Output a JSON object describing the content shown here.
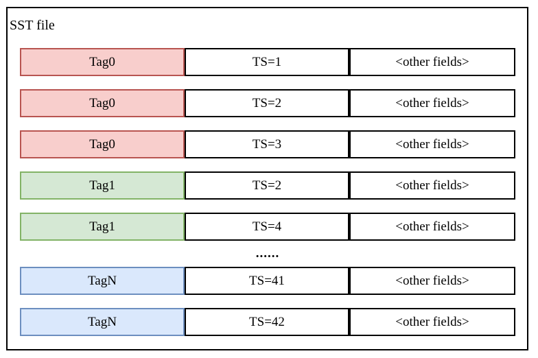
{
  "title": "SST file",
  "ellipsis": "......",
  "palette": {
    "red": {
      "fill": "#f8cecc",
      "stroke": "#b85450"
    },
    "green": {
      "fill": "#d5e8d4",
      "stroke": "#82b366"
    },
    "blue": {
      "fill": "#dae8fc",
      "stroke": "#6c8ebf"
    }
  },
  "ellipsis_after_row_index": 4,
  "rows": [
    {
      "tag": "Tag0",
      "color": "red",
      "ts": "TS=1",
      "other": "<other fields>"
    },
    {
      "tag": "Tag0",
      "color": "red",
      "ts": "TS=2",
      "other": "<other fields>"
    },
    {
      "tag": "Tag0",
      "color": "red",
      "ts": "TS=3",
      "other": "<other fields>"
    },
    {
      "tag": "Tag1",
      "color": "green",
      "ts": "TS=2",
      "other": "<other fields>"
    },
    {
      "tag": "Tag1",
      "color": "green",
      "ts": "TS=4",
      "other": "<other fields>"
    },
    {
      "tag": "TagN",
      "color": "blue",
      "ts": "TS=41",
      "other": "<other fields>"
    },
    {
      "tag": "TagN",
      "color": "blue",
      "ts": "TS=42",
      "other": "<other fields>"
    }
  ]
}
